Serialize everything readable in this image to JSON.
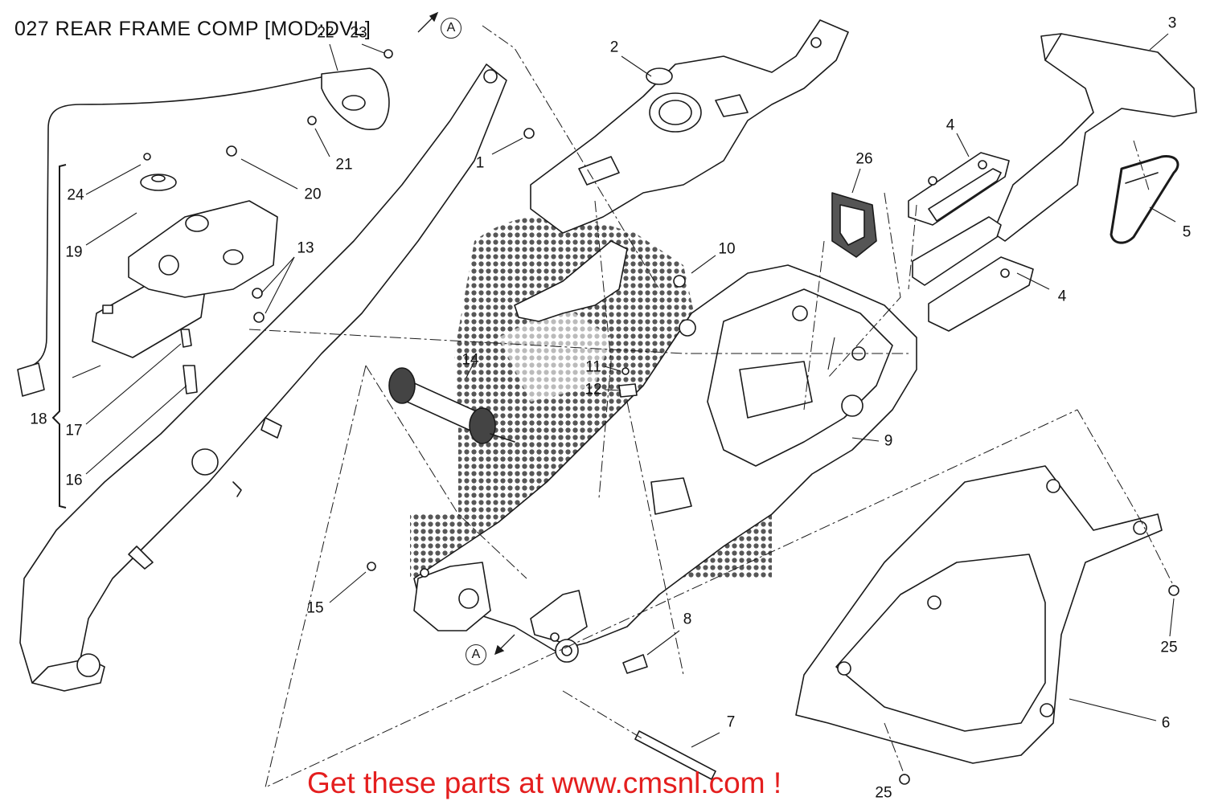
{
  "page": {
    "title": "027  REAR FRAME COMP [MOD:DVL]",
    "promo": "Get these parts at www.cmsnl.com !"
  },
  "reference_markers": [
    "A",
    "A"
  ],
  "callouts": [
    "1",
    "2",
    "3",
    "4",
    "4",
    "5",
    "6",
    "7",
    "8",
    "9",
    "10",
    "11",
    "12",
    "13",
    "14",
    "15",
    "16",
    "17",
    "18",
    "19",
    "20",
    "21",
    "22",
    "23",
    "24",
    "25",
    "25",
    "26"
  ],
  "colors": {
    "line": "#1a1a1a",
    "promo": "#e41e1e",
    "watermark": "#3a3a3a",
    "part_fill": "#ffffff"
  }
}
